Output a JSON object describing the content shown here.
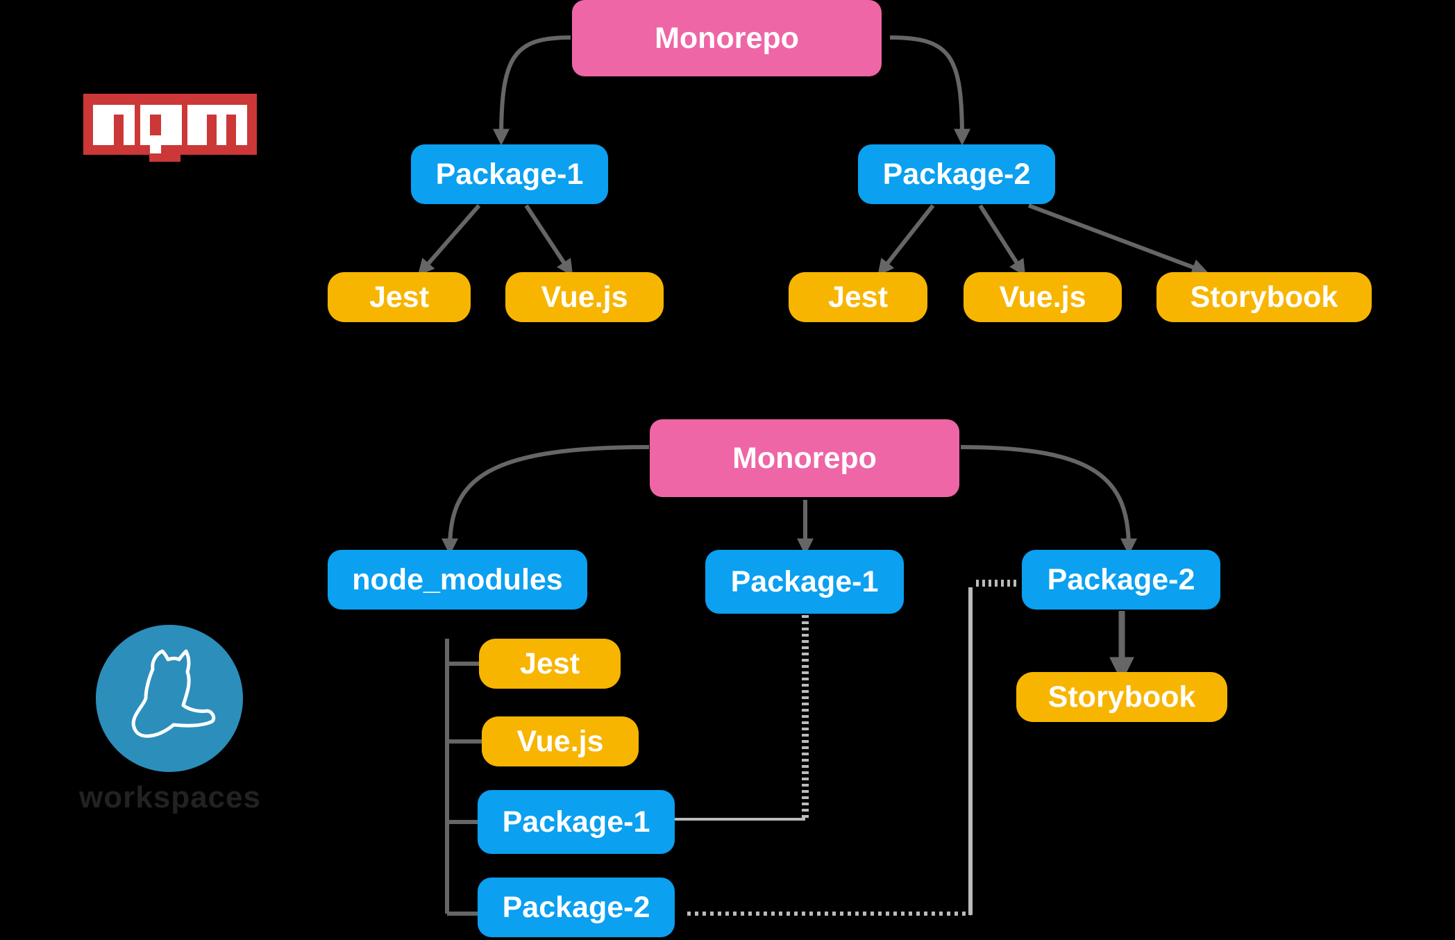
{
  "npm_diagram": {
    "root": "Monorepo",
    "package_1": {
      "label": "Package-1",
      "deps": [
        "Jest",
        "Vue.js"
      ]
    },
    "package_2": {
      "label": "Package-2",
      "deps": [
        "Jest",
        "Vue.js",
        "Storybook"
      ]
    }
  },
  "yarn_diagram": {
    "root": "Monorepo",
    "node_modules": {
      "label": "node_modules",
      "items": [
        "Jest",
        "Vue.js",
        "Package-1",
        "Package-2"
      ]
    },
    "package_1": {
      "label": "Package-1"
    },
    "package_2": {
      "label": "Package-2",
      "deps": [
        "Storybook"
      ]
    }
  },
  "logos": {
    "npm": {
      "name": "npm-logo",
      "color": "#cb3837"
    },
    "yarn": {
      "name": "yarn-logo",
      "caption": "workspaces",
      "color": "#2c8ebb"
    }
  },
  "colors": {
    "root": "#ee66a6",
    "package": "#0ba0f0",
    "dependency": "#f7b500",
    "edge": "#666666",
    "link": "#bbbbbb"
  }
}
